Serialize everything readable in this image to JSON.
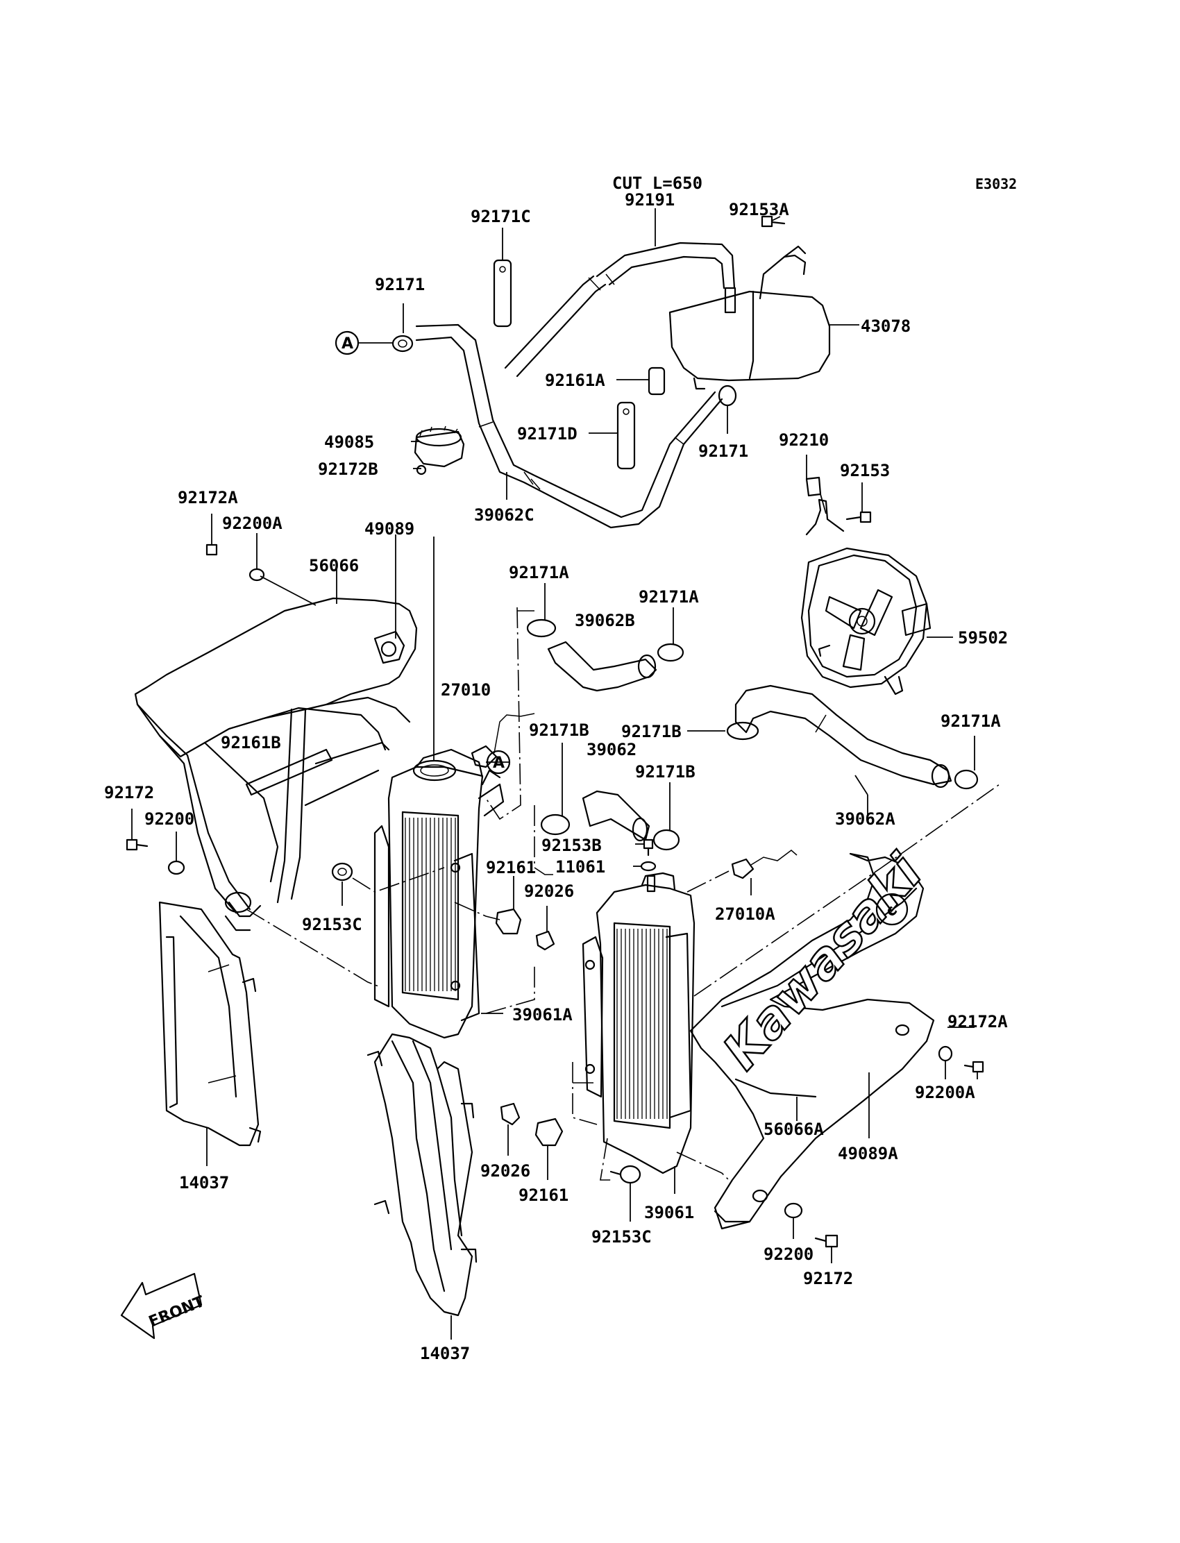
{
  "diagram_code": "E3032",
  "brand_text": "Kawasaki",
  "front_label": "FRONT",
  "callout_marker": "A",
  "cut_note": "CUT  L=650",
  "labels": {
    "p92191": "92191",
    "p92171C": "92171C",
    "p92153A": "92153A",
    "p92171_top": "92171",
    "p43078": "43078",
    "p92161A": "92161A",
    "p92171D": "92171D",
    "p92171_mid": "92171",
    "p49085": "49085",
    "p92172B": "92172B",
    "p39062C": "39062C",
    "p92210": "92210",
    "p92153": "92153",
    "p92172A_left": "92172A",
    "p92200A_left": "92200A",
    "p49089": "49089",
    "p56066": "56066",
    "p92171A_1": "92171A",
    "p39062B": "39062B",
    "p92171A_2": "92171A",
    "p59502": "59502",
    "p27010": "27010",
    "p92161B": "92161B",
    "p92171B_1": "92171B",
    "p92171B_2": "92171B",
    "p39062": "39062",
    "p92171B_3": "92171B",
    "p92171A_3": "92171A",
    "p39062A": "39062A",
    "p92172_left": "92172",
    "p92200_left": "92200",
    "p92153B": "92153B",
    "p11061": "11061",
    "p92161_mid": "92161",
    "p92026_mid": "92026",
    "p27010A": "27010A",
    "p92153C_left": "92153C",
    "p39061A": "39061A",
    "p92172A_right": "92172A",
    "p92200A_right": "92200A",
    "p56066A": "56066A",
    "p49089A": "49089A",
    "p14037_left": "14037",
    "p92026_low": "92026",
    "p92161_low": "92161",
    "p39061": "39061",
    "p92153C_right": "92153C",
    "p92200_right": "92200",
    "p92172_right": "92172",
    "p14037_bottom": "14037"
  }
}
